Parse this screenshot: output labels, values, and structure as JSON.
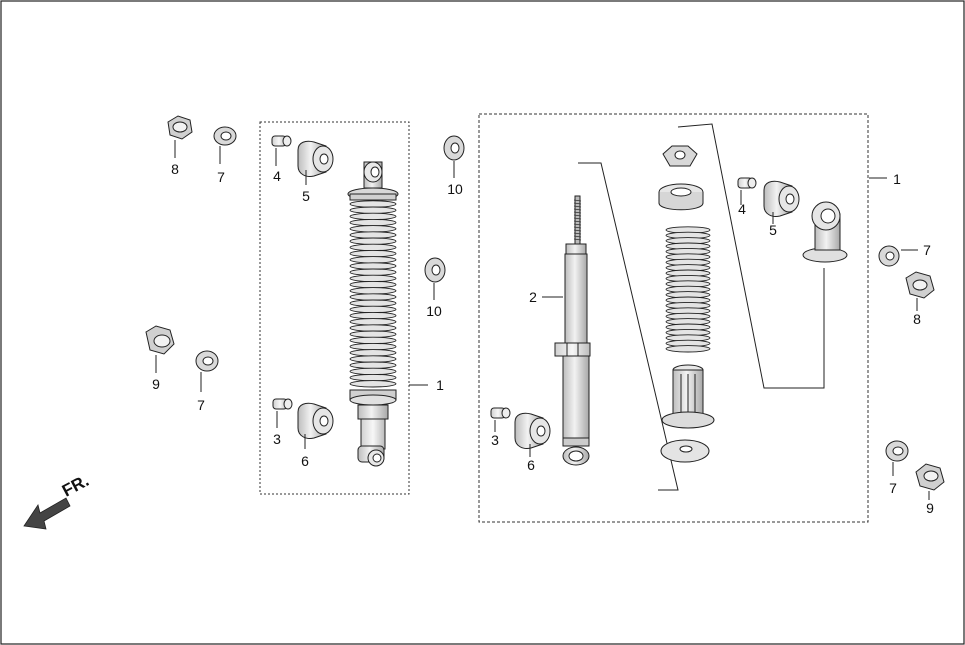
{
  "direction_label": "FR.",
  "left_assembly": {
    "nut_top": "8",
    "washer_top": "7",
    "collar_upper": "4",
    "bushing_upper": "5",
    "washer_upper_mid": "10",
    "washer_mid": "10",
    "shock_absorber": "1",
    "nut_bottom": "9",
    "washer_bottom": "7",
    "collar_lower": "3",
    "bushing_lower": "6"
  },
  "right_assembly": {
    "shock_absorber": "1",
    "damper": "2",
    "collar_upper": "4",
    "bushing_upper": "5",
    "washer_right_top": "7",
    "nut_right_top": "8",
    "collar_lower": "3",
    "bushing_lower": "6",
    "washer_right_bottom": "7",
    "nut_right_bottom": "9"
  },
  "colors": {
    "line": "#222222",
    "part_fill": "#d9d9d9",
    "part_light": "#eeeeee",
    "background": "#ffffff"
  }
}
